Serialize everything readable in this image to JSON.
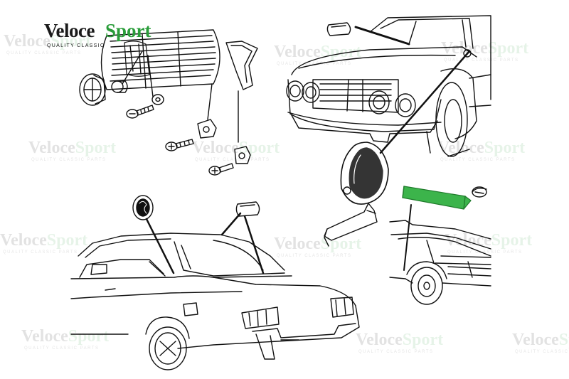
{
  "brand": {
    "name_part1": "Veloce",
    "name_part2": "Sport",
    "tagline": "QUALITY CLASSIC",
    "accent_color": "#2a9d3a"
  },
  "watermark": {
    "text_part1": "Veloce",
    "text_part2": "Sport",
    "tagline": "QUALITY CLASSIC PARTS"
  },
  "highlight_color": "#3cb44b"
}
